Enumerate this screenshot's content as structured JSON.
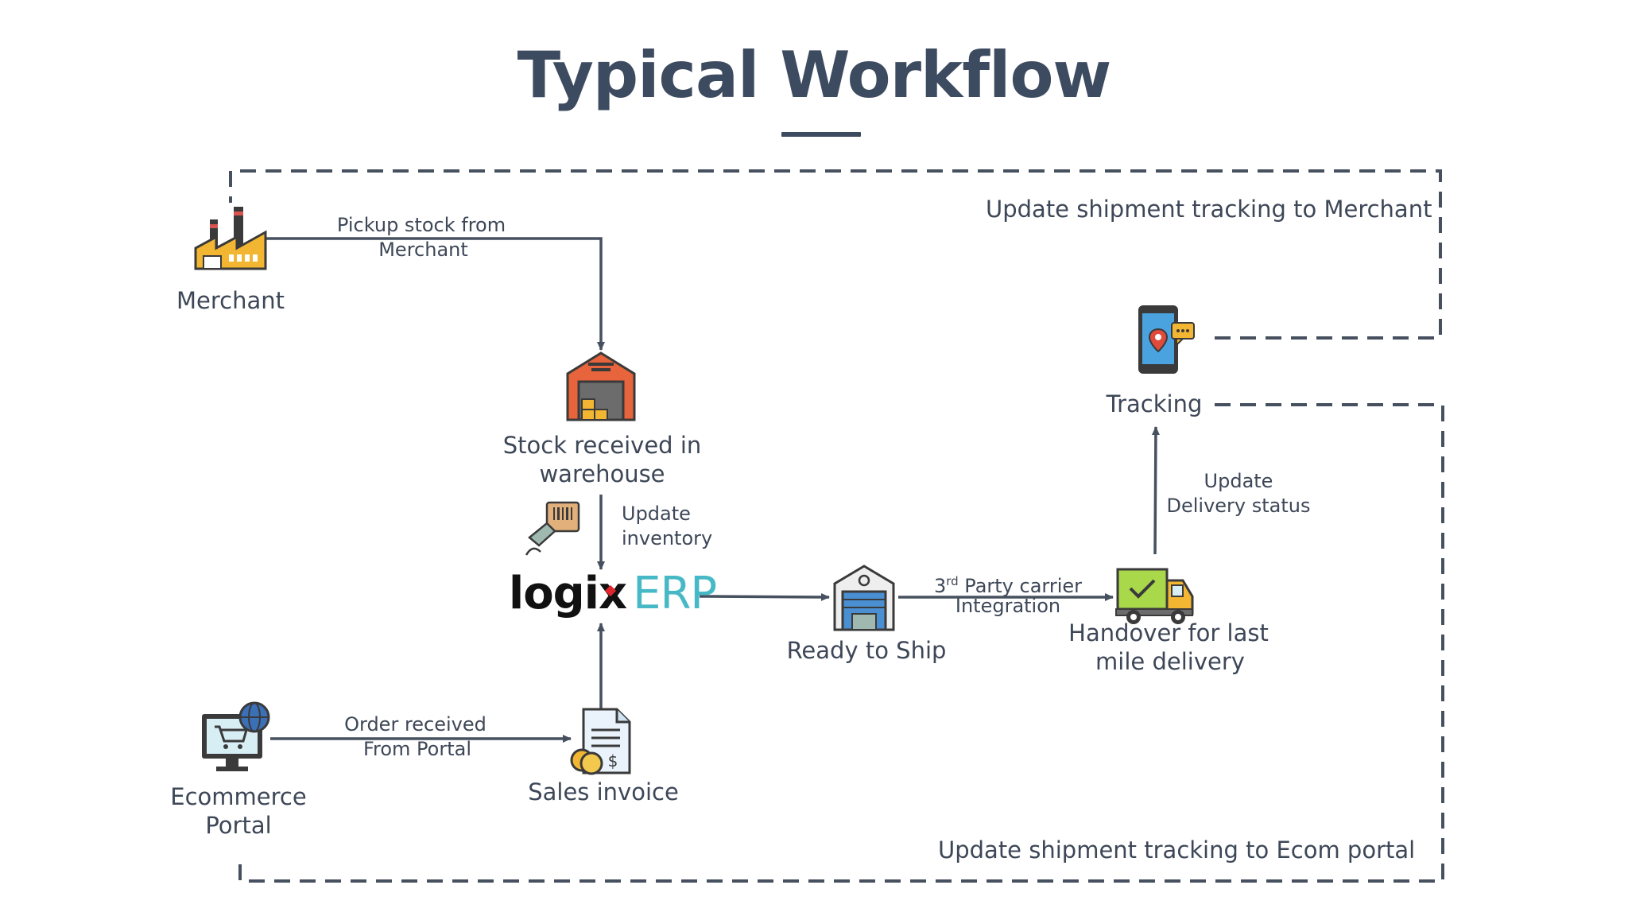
{
  "title": "Typical Workflow",
  "nodes": {
    "merchant": "Merchant",
    "warehouse_line1": "Stock received in",
    "warehouse_line2": "warehouse",
    "ready_to_ship": "Ready to Ship",
    "handover_line1": "Handover for last",
    "handover_line2": "mile delivery",
    "tracking": "Tracking",
    "ecommerce_line1": "Ecommerce",
    "ecommerce_line2": "Portal",
    "sales_invoice": "Sales invoice"
  },
  "logo": {
    "part1": "logi",
    "part2": "x",
    "part3": "ERP"
  },
  "edges": {
    "pickup_line1": "Pickup stock from",
    "pickup_line2": "Merchant",
    "update_inventory_line1": "Update",
    "update_inventory_line2": "inventory",
    "carrier_prefix": "3",
    "carrier_sup": "rd",
    "carrier_suffix": " Party carrier",
    "carrier_line2": "Integration",
    "delivery_status_line1": "Update",
    "delivery_status_line2": "Delivery status",
    "order_line1": "Order received",
    "order_line2": "From Portal"
  },
  "feedback": {
    "merchant_tracking": "Update shipment tracking to Merchant",
    "ecom_tracking": "Update shipment tracking to Ecom portal"
  },
  "colors": {
    "line": "#46505f",
    "text": "#3d4757",
    "title": "#3d4b60",
    "erp_accent": "#46b8c6"
  }
}
